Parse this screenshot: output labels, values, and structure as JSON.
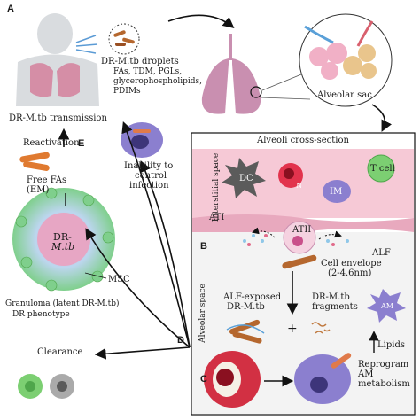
{
  "panel_letters": {
    "a": "A",
    "b": "B",
    "c": "C",
    "d": "D",
    "e": "E"
  },
  "top": {
    "droplets_title": "DR-M.tb droplets",
    "droplets_lines": [
      "FAs, TDM, PGLs,",
      "glycerophospholipids,",
      "PDIMs"
    ],
    "alveolar_sac": "Alveolar sac"
  },
  "left": {
    "transmission": "DR-M.tb transmission",
    "reactivation": "Reactivation",
    "free_fas_1": "Free FAs",
    "free_fas_2": "(EM)",
    "inability": [
      "Inability to",
      "control",
      "infection"
    ],
    "granuloma_center": [
      "DR-",
      "M.tb"
    ],
    "msc": "MSC",
    "granuloma_caption": "Granuloma (latent DR-M.tb)",
    "dr_phenotype": "DR phenotype",
    "clearance": "Clearance"
  },
  "box": {
    "title": "Alveoli cross-section",
    "interstitial_label": "Interstitial space",
    "alveolar_label": "Alveolar space",
    "cells": {
      "dc": "DC",
      "n": "N",
      "im": "IM",
      "tcell": "T cell",
      "ati": "ATI",
      "atii": "ATII",
      "am": "AM"
    },
    "alf": "ALF",
    "cell_envelope": [
      "Cell envelope",
      "(2-4.6nm)"
    ],
    "alf_exposed": [
      "ALF-exposed",
      "DR-M.tb"
    ],
    "fragments": [
      "DR-M.tb",
      "fragments"
    ],
    "plus": "+",
    "lipids": "Lipids",
    "reprogram": [
      "Reprogram",
      "AM",
      "metabolism"
    ]
  },
  "colors": {
    "lung": "#c98fb0",
    "interstitial": "#f6c9d6",
    "alveolar": "#f3f3f3",
    "bacilli": "#b5672e",
    "arrow": "#111111"
  }
}
